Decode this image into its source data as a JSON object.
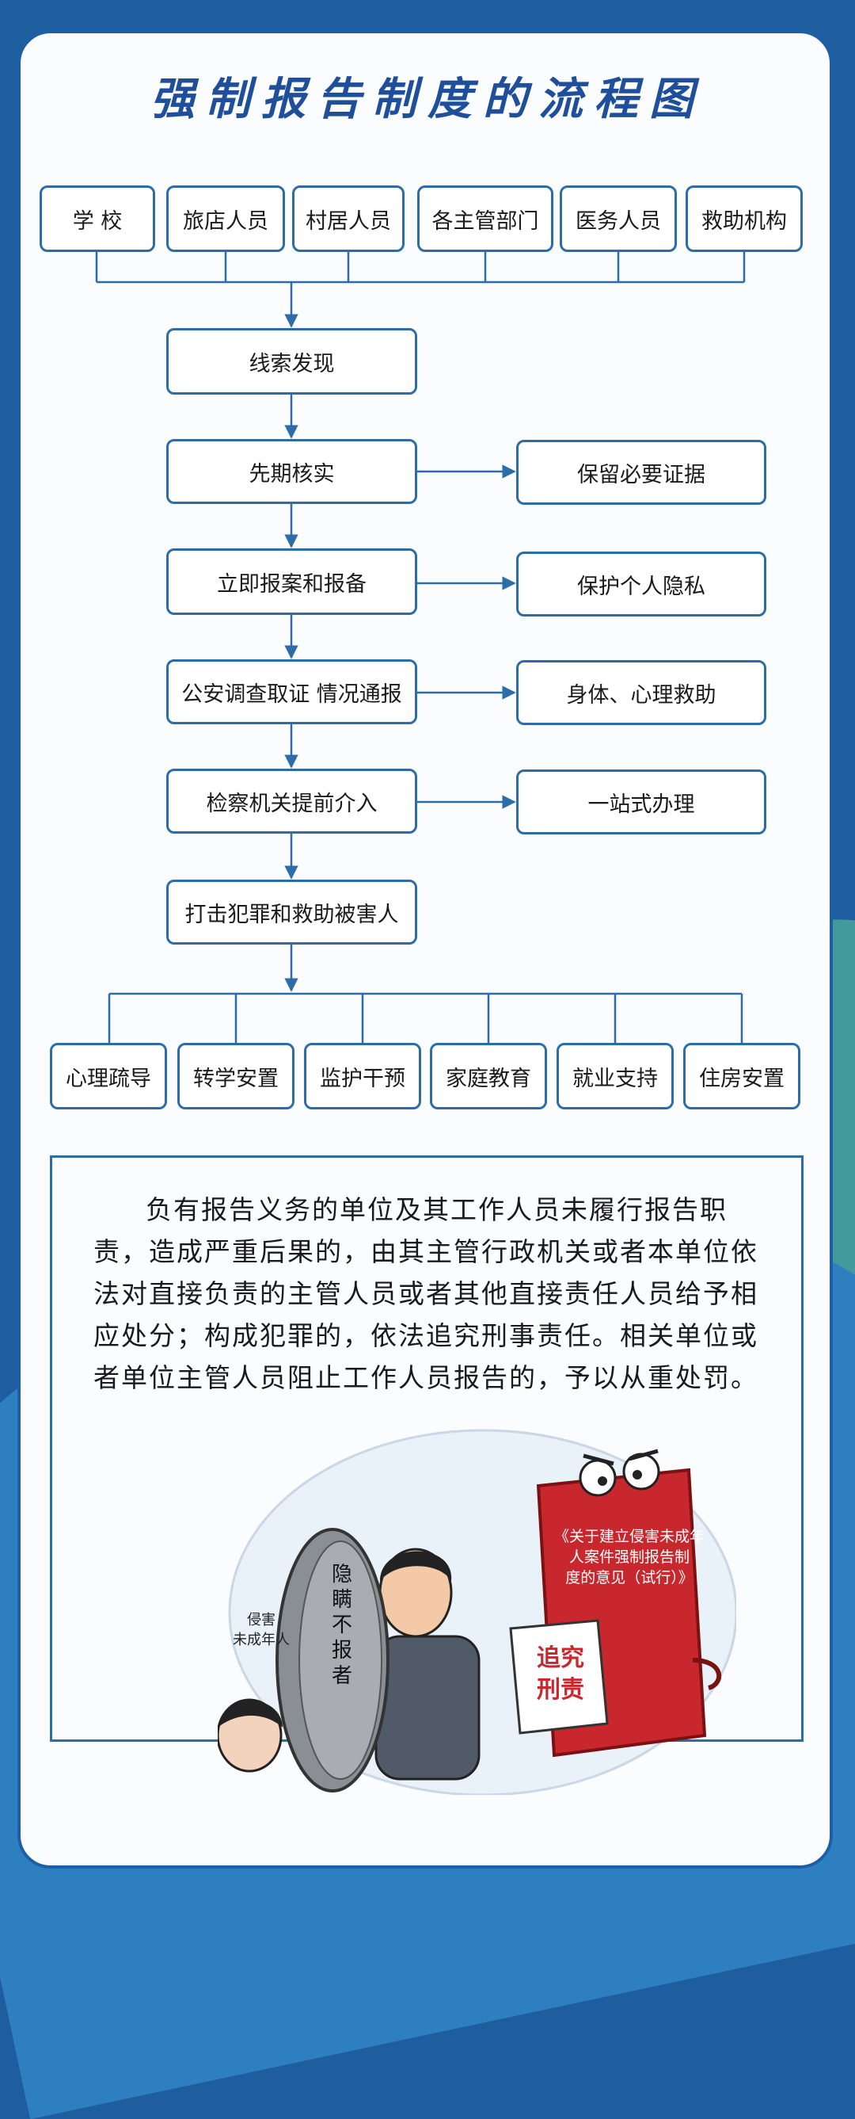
{
  "title": "强制报告制度的流程图",
  "reporters": [
    "学 校",
    "旅店人员",
    "村居人员",
    "各主管部门",
    "医务人员",
    "救助机构"
  ],
  "steps": [
    "线索发现",
    "先期核实",
    "立即报案和报备",
    "公安调查取证 情况通报",
    "检察机关提前介入",
    "打击犯罪和救助被害人"
  ],
  "side_actions": [
    "保留必要证据",
    "保护个人隐私",
    "身体、心理救助",
    "一站式办理"
  ],
  "outcomes": [
    "心理疏导",
    "转学安置",
    "监护干预",
    "家庭教育",
    "就业支持",
    "住房安置"
  ],
  "paragraph": "负有报告义务的单位及其工作人员未履行报告职责，造成严重后果的，由其主管行政机关或者本单位依法对直接负责的主管人员或者其他直接责任人员给予相应处分；构成犯罪的，依法追究刑事责任。相关单位或者单位主管人员阻止工作人员报告的，予以从重处罚。",
  "illustration": {
    "victim_label_1": "侵害",
    "victim_label_2": "未成年人",
    "shield_text": "隐瞒不报者",
    "doc_title": "《关于建立侵害未成年人案件强制报告制度的意见（试行）》",
    "paper_text": "追究刑责"
  },
  "colors": {
    "primary": "#1d5fa6",
    "box_border": "#2c6ca8",
    "doc_red": "#c8282d"
  }
}
